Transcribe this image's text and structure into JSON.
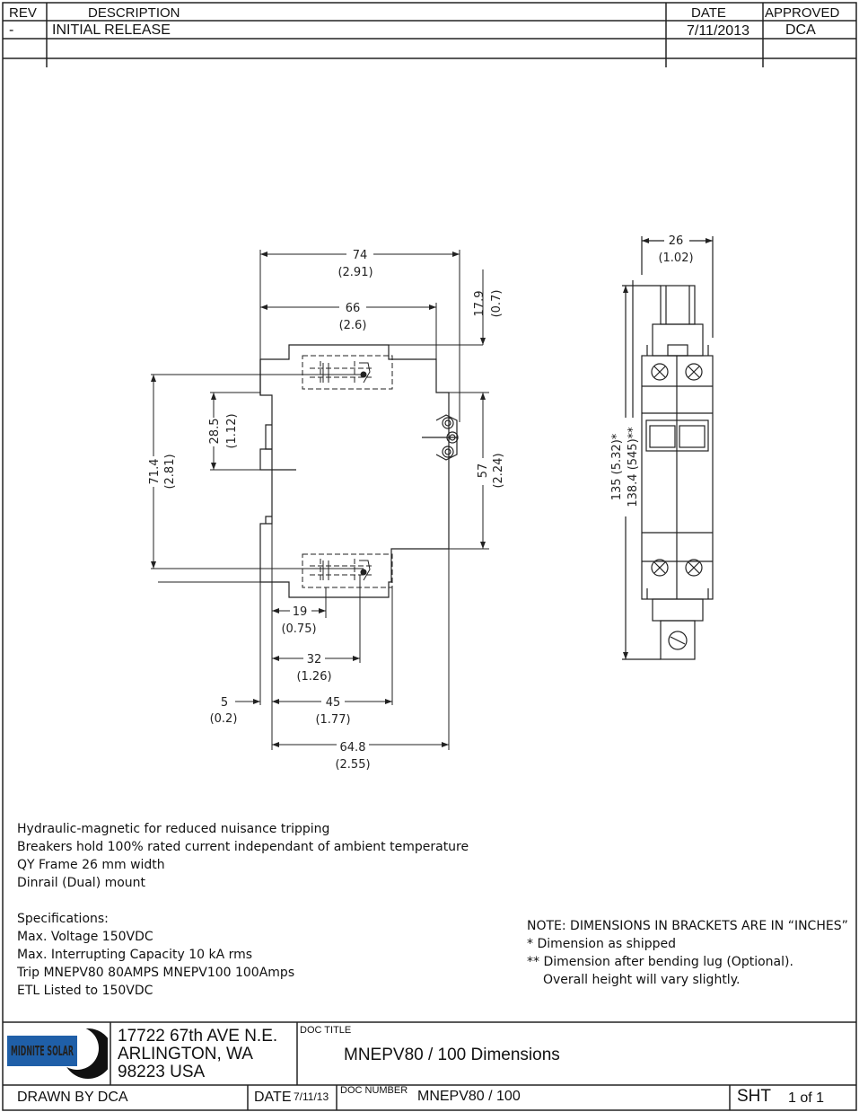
{
  "revision_block": {
    "headers": {
      "rev": "REV",
      "description": "DESCRIPTION",
      "date": "DATE",
      "approved": "APPROVED"
    },
    "rows": [
      {
        "rev": "-",
        "description": "INITIAL RELEASE",
        "date": "7/11/2013",
        "approved": "DCA"
      }
    ]
  },
  "front_view": {
    "dims": {
      "overall_width": {
        "mm": "74",
        "in": "(2.91)"
      },
      "body_width": {
        "mm": "66",
        "in": "(2.6)"
      },
      "top_offset": {
        "mm": "17.9",
        "in": "(0.7)"
      },
      "rail_offset": {
        "mm": "28.5",
        "in": "(1.12)"
      },
      "terminal_span": {
        "mm": "71.4",
        "in": "(2.81)"
      },
      "right_height": {
        "mm": "57",
        "in": "(2.24)"
      },
      "d19": {
        "mm": "19",
        "in": "(0.75)"
      },
      "d32": {
        "mm": "32",
        "in": "(1.26)"
      },
      "d5": {
        "mm": "5",
        "in": "(0.2)"
      },
      "d45": {
        "mm": "45",
        "in": "(1.77)"
      },
      "d648": {
        "mm": "64.8",
        "in": "(2.55)"
      }
    }
  },
  "side_view": {
    "width": {
      "mm": "26",
      "in": "(1.02)"
    },
    "height_shipped": "135 (5.32)*",
    "height_bent": "138.4  (545)**"
  },
  "notes": {
    "features": [
      "Hydraulic-magnetic for reduced nuisance tripping",
      "Breakers hold 100% rated current independant of ambient temperature",
      "QY Frame 26 mm width",
      "Dinrail (Dual) mount"
    ],
    "spec_title": "Specifications:",
    "specs": [
      "Max. Voltage 150VDC",
      "Max. Interrupting Capacity 10 kA rms",
      "Trip MNEPV80   80AMPS MNEPV100 100Amps",
      "ETL Listed to 150VDC"
    ],
    "dimension_note": "NOTE: DIMENSIONS IN BRACKETS ARE IN “INCHES”",
    "footnote_1": "*  Dimension as shipped",
    "footnote_2": "** Dimension after bending lug (Optional).",
    "footnote_2b": "Overall height will vary slightly."
  },
  "title_block": {
    "logo_text": "MIDNITE SOLAR",
    "address": [
      "17722 67th AVE N.E.",
      "ARLINGTON, WA",
      "98223 USA"
    ],
    "doc_title_label": "DOC TITLE",
    "doc_title": "MNEPV80 / 100 Dimensions",
    "drawn_by": "DRAWN BY DCA",
    "date_label": "DATE",
    "date_value": "7/11/13",
    "doc_number_label": "DOC NUMBER",
    "doc_number": "MNEPV80 / 100",
    "sheet_label": "SHT",
    "sheet_value": "1 of 1"
  },
  "colors": {
    "line": "#222222",
    "logo_blue": "#1f5fa8"
  }
}
